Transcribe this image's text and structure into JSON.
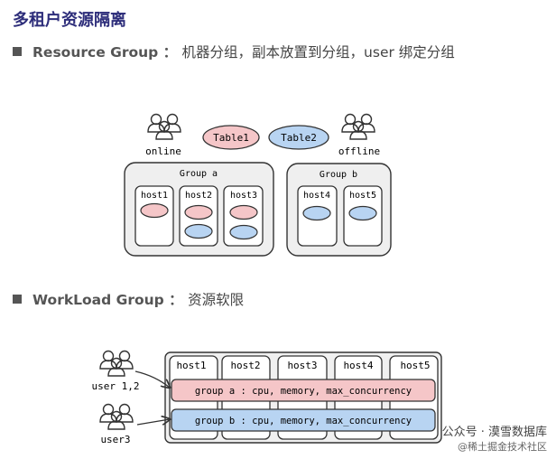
{
  "title": "多租户资源隔离",
  "resource_group": {
    "label": "Resource Group ：",
    "desc": "机器分组，副本放置到分组，user 绑定分组",
    "users_left": "online",
    "users_right": "offline",
    "tables": [
      {
        "label": "Table1",
        "color": "#f5c6c8"
      },
      {
        "label": "Table2",
        "color": "#b8d4f2"
      }
    ],
    "groups": [
      {
        "label": "Group a",
        "hosts": [
          "host1",
          "host2",
          "host3"
        ]
      },
      {
        "label": "Group b",
        "hosts": [
          "host4",
          "host5"
        ]
      }
    ]
  },
  "workload_group": {
    "label": "WorkLoad Group ：",
    "desc": "资源软限",
    "hosts": [
      "host1",
      "host2",
      "host3",
      "host4",
      "host5"
    ],
    "users": [
      "user 1,2",
      "user3"
    ],
    "bars": [
      {
        "label": "group a : cpu, memory, max_concurrency",
        "color": "#f5c6c8"
      },
      {
        "label": "group b : cpu, memory, max_concurrency",
        "color": "#b8d4f2"
      }
    ]
  },
  "watermark": {
    "line1": "公众号 · 漠雪数据库",
    "line2": "@稀土掘金技术社区"
  }
}
